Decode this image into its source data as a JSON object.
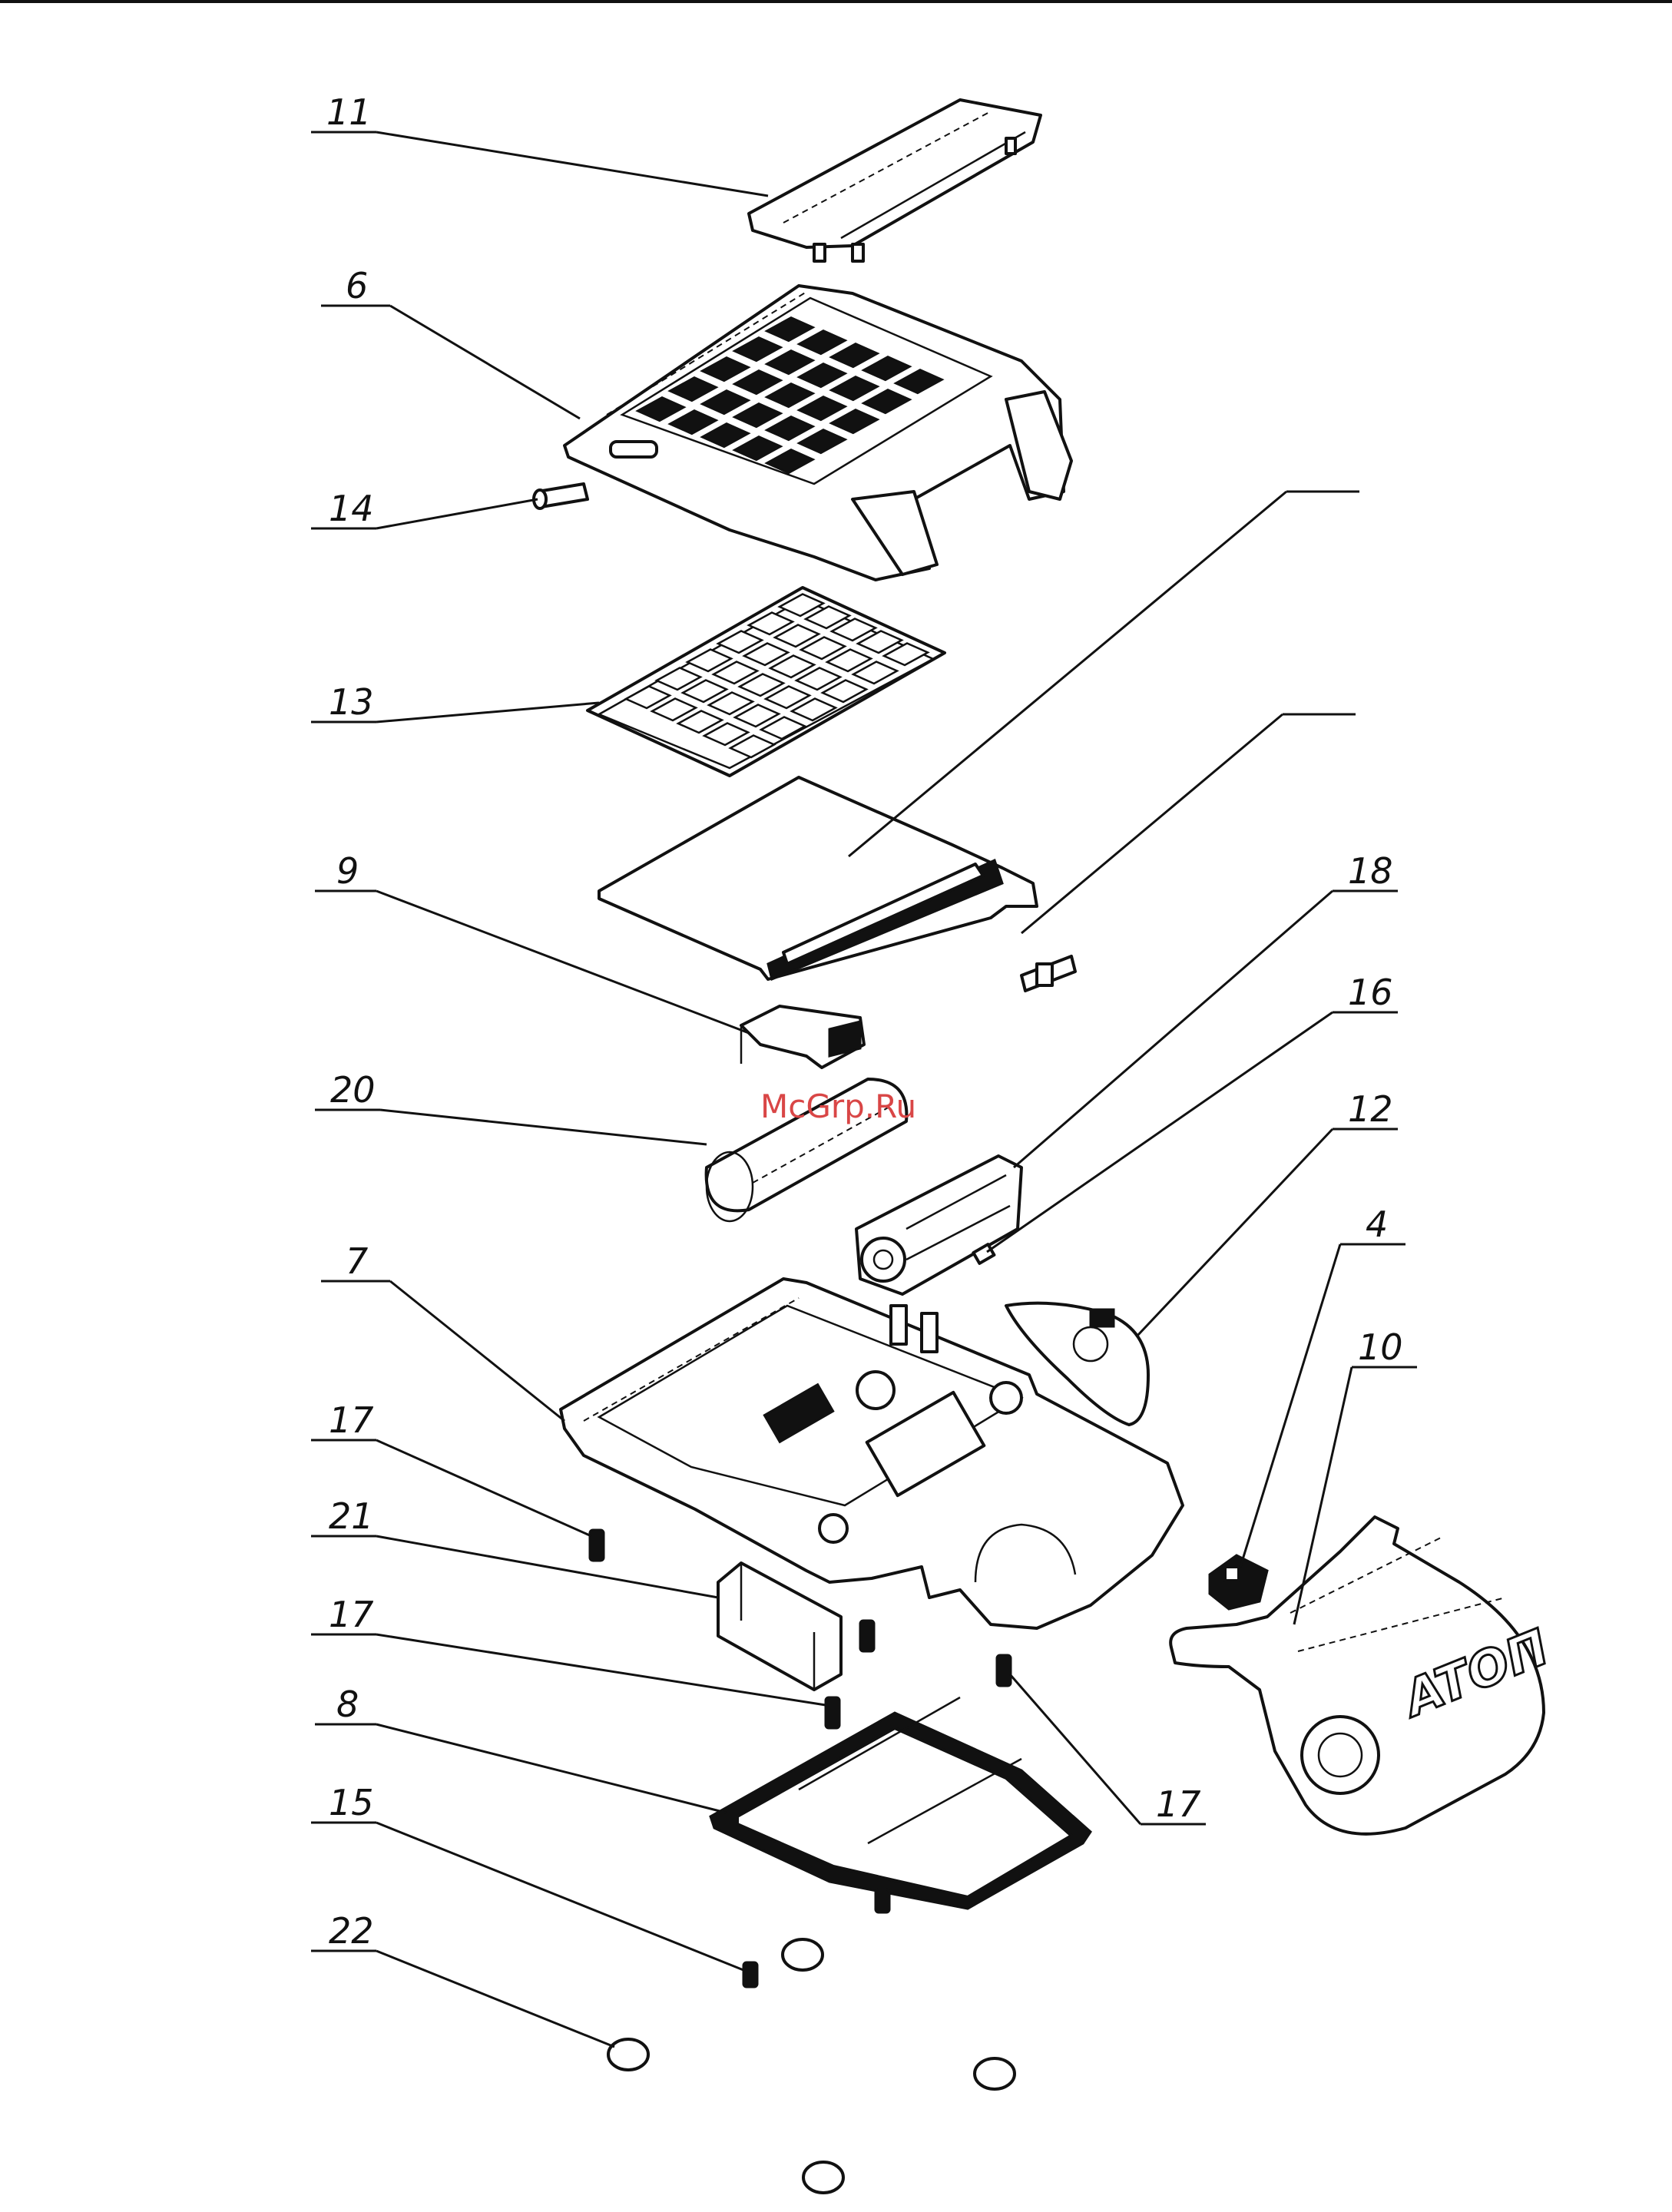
{
  "watermark": "McGrp.Ru",
  "brand_logo": "ATOΠ",
  "callouts": [
    {
      "label": "11"
    },
    {
      "label": "6"
    },
    {
      "label": "14"
    },
    {
      "label": "13"
    },
    {
      "label": "9"
    },
    {
      "label": "20"
    },
    {
      "label": "7"
    },
    {
      "label": "17"
    },
    {
      "label": "21"
    },
    {
      "label": "17"
    },
    {
      "label": "8"
    },
    {
      "label": "15"
    },
    {
      "label": "22"
    },
    {
      "label": "18"
    },
    {
      "label": "16"
    },
    {
      "label": "12"
    },
    {
      "label": "4"
    },
    {
      "label": "10"
    },
    {
      "label": "17"
    },
    {
      "label": ""
    },
    {
      "label": ""
    }
  ]
}
